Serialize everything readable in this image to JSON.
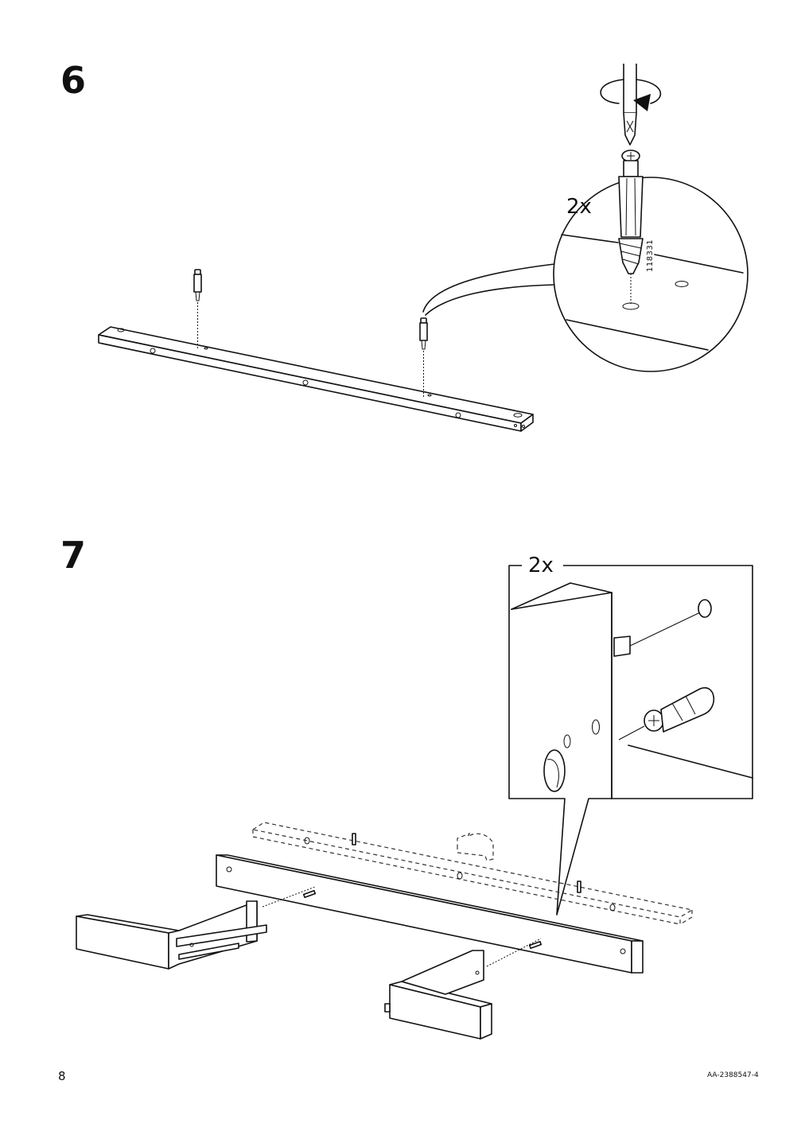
{
  "page": {
    "page_number": "8",
    "doc_code": "AA-2388547-4"
  },
  "steps": [
    {
      "number": "6",
      "quantity": "2x",
      "part_number": "118331",
      "icons": [
        "screwdriver-icon",
        "rotate-clockwise-icon",
        "cam-dowel-icon",
        "magnifier-callout-icon"
      ]
    },
    {
      "number": "7",
      "quantity": "2x",
      "icons": [
        "cam-dowel-icon",
        "rotate-arrow-icon",
        "detail-callout-icon"
      ]
    }
  ]
}
